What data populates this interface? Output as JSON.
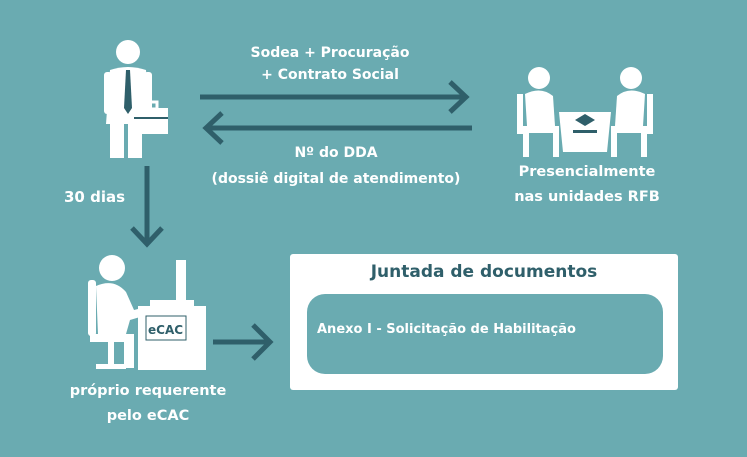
{
  "flow": {
    "send_label_line1": "Sodea + Procuração",
    "send_label_line2": "+ Contrato Social",
    "return_label_line1": "Nº do DDA",
    "return_label_line2": "(dossiê digital de atendimento)",
    "days_label": "30 dias",
    "presencial_line1": "Presencialmente",
    "presencial_line2": "nas unidades RFB",
    "ecac_line1": "próprio requerente",
    "ecac_line2": "pelo eCAC"
  },
  "panel": {
    "title": "Juntada de documentos",
    "items": [
      "Anexo I - Solicitação de Habilitação"
    ]
  },
  "ecac_logo": "eCAC",
  "colors": {
    "background": "#6aabb1",
    "dark": "#2f5f6a",
    "white": "#ffffff"
  },
  "icons": {
    "requester": "businessman-with-briefcase-icon",
    "meeting": "two-people-at-desk-icon",
    "computer_user": "person-at-computer-icon"
  }
}
